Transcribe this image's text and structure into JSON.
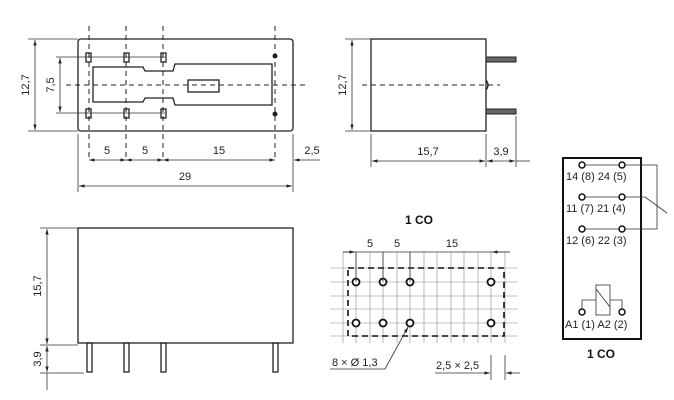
{
  "top_view": {
    "height_total": "12,7",
    "pin_row_spacing": "7,5",
    "pitch_1": "5",
    "pitch_2": "5",
    "pitch_3": "15",
    "end_offset": "2,5",
    "length_total": "29"
  },
  "side_view": {
    "height": "12,7",
    "width": "15,7",
    "pin_length": "3,9"
  },
  "front_view": {
    "body_height": "15,7",
    "pin_length": "3,9"
  },
  "pcb_layout": {
    "title": "1 CO",
    "pitch_1": "5",
    "pitch_2": "5",
    "pitch_3": "15",
    "hole_note": "8 × Ø 1,3",
    "grid_note": "2,5 × 2,5"
  },
  "schematic": {
    "title": "1 CO",
    "row1": "14 (8)  24 (5)",
    "row2": "11 (7)  21 (4)",
    "row3": "12 (6)  22 (3)",
    "coil": "A1 (1)  A2 (2)"
  }
}
